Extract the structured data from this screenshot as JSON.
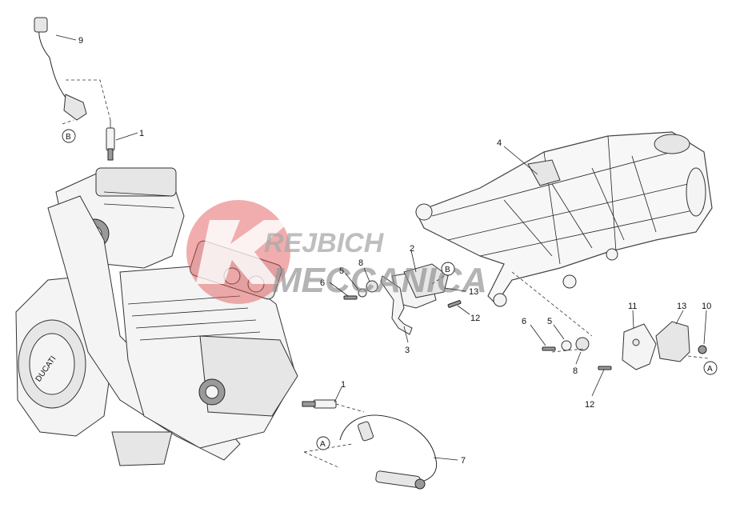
{
  "diagram": {
    "callouts": {
      "c1_top": "1",
      "c1_bottom": "1",
      "c2": "2",
      "c3": "3",
      "c4": "4",
      "c5_left": "5",
      "c5_right": "5",
      "c6_left": "6",
      "c6_right": "6",
      "c7": "7",
      "c8_left": "8",
      "c8_right": "8",
      "c9": "9",
      "c10": "10",
      "c11": "11",
      "c12_left": "12",
      "c12_right": "12",
      "c13_left": "13",
      "c13_right": "13"
    },
    "refs": {
      "b_top": "B",
      "b_mid": "B",
      "a_bottom": "A",
      "a_right": "A"
    },
    "engine_brand": "DUCATI"
  },
  "watermark": {
    "line1": "REJBICH",
    "line2": "MECCANICA",
    "logo_color": "#e05050"
  }
}
